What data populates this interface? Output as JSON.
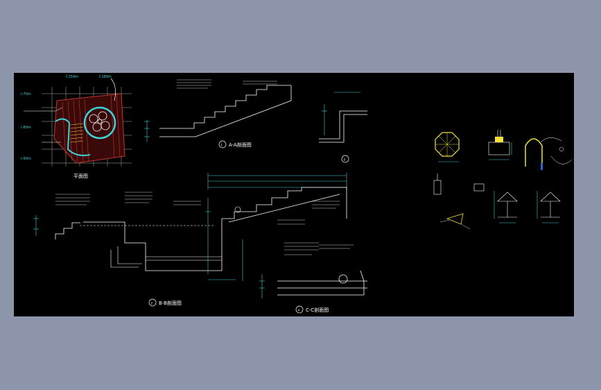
{
  "colors": {
    "frame": "#8c95a9",
    "canvas": "#000000",
    "line_white": "#ffffff",
    "line_cyan": "#3fd0d8",
    "line_yellow": "#f2e23a",
    "line_red": "#c0392b",
    "line_blue": "#2d5fd8",
    "line_magenta": "#c23a9a"
  },
  "icons": {
    "plan": "plan-view-drawing",
    "section": "section-drawing",
    "detail": "detail-drawing"
  },
  "labels": {
    "plan_title": "平面图",
    "plan_grid_x1": "C150m",
    "plan_grid_x2": "C180m",
    "plan_grid_y1": "r-70m",
    "plan_grid_y2": "r-80m",
    "plan_grid_y3": "r-90m",
    "section_a": "A-A剖面图",
    "section_a_num": "1",
    "section_b": "B-B剖面图",
    "section_b_num": "2",
    "detail_3_num": "3",
    "section_c": "C-C剖面图",
    "section_c_num": "4"
  }
}
